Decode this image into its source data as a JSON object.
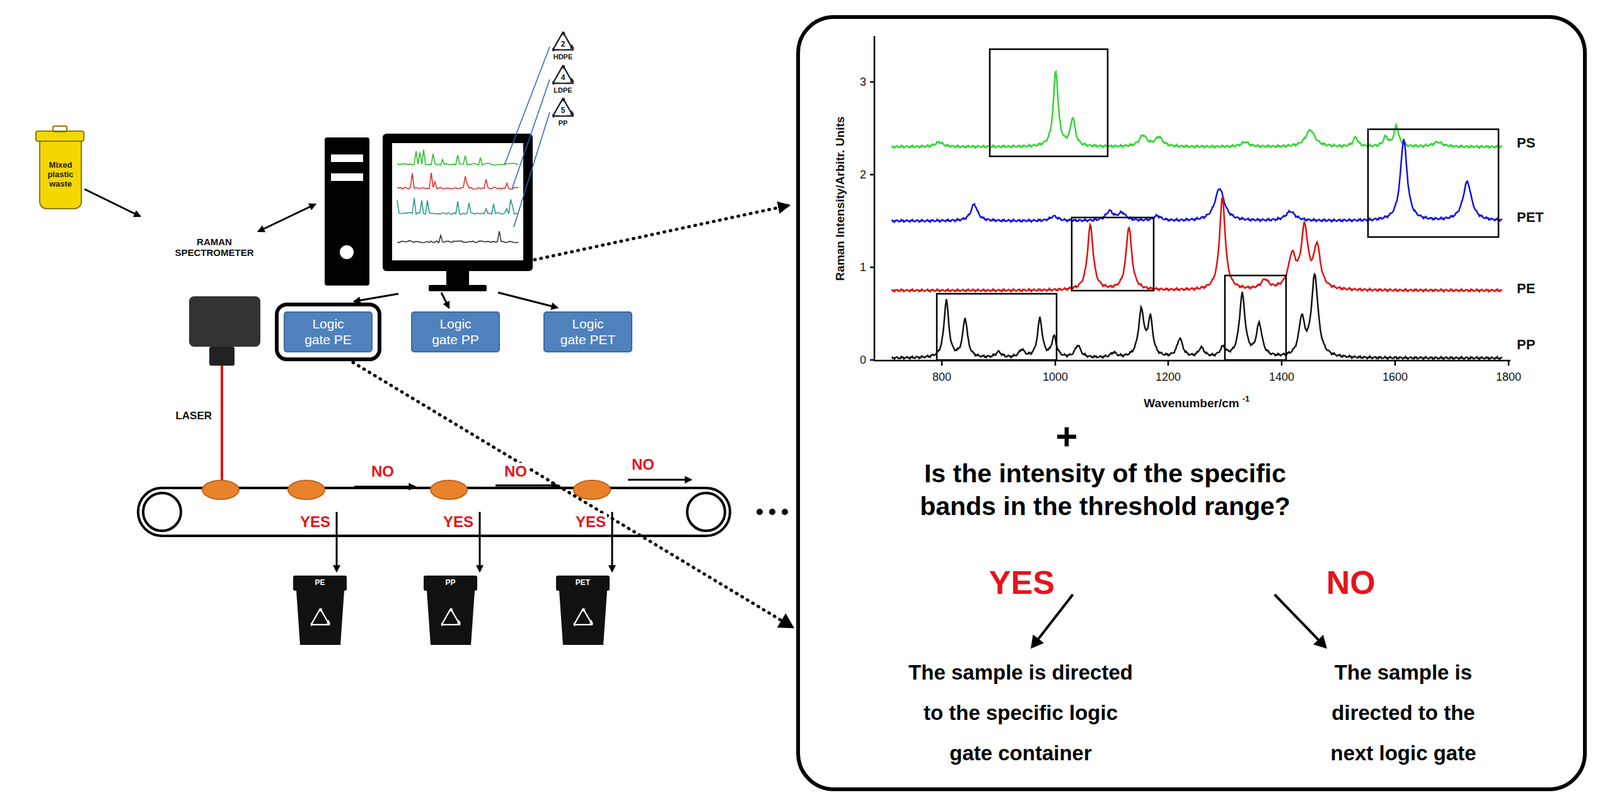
{
  "diagram": {
    "nodes": [
      {
        "text": [
          "Mixed plastic waste"
        ]
      },
      {
        "text": [
          "Logic gate PE"
        ]
      },
      {
        "text": [
          "Logic gate PP"
        ]
      },
      {
        "text": [
          "Logic gate PET"
        ]
      },
      {
        "text": [
          "PE"
        ]
      },
      {
        "text": [
          "PP"
        ]
      },
      {
        "text": [
          "PET"
        ]
      },
      {
        "text": [
          "+"
        ]
      },
      {
        "text": [
          "Is the intensity of the specific bands in the threshold range?"
        ],
        "in": 7
      },
      {
        "text": [
          "The sample is directed to the specific logic gate container"
        ],
        "in": 7
      },
      {
        "text": [
          "The sample is directed to the next logic gate"
        ],
        "in": 7
      }
    ],
    "edges": [
      {
        "from": 1,
        "to": 7,
        "arrow": "to"
      },
      {
        "from": 8,
        "to": 9,
        "label": "YES",
        "arrow": "to"
      },
      {
        "from": 8,
        "to": 10,
        "label": "NO",
        "arrow": "to"
      }
    ],
    "labels": [
      "RAMAN SPECTROMETER",
      "LASER",
      "2",
      "HDPE",
      "4",
      "LDPE",
      "5",
      "PP",
      "NO",
      "NO",
      "NO",
      "YES",
      "YES",
      "YES",
      "0",
      "1",
      "2",
      "3",
      "800",
      "1000",
      "1200",
      "1400",
      "1600",
      "1800",
      "Raman Intensity/Arbitr. Units",
      "Wavenumber/cm",
      "-1",
      "PS",
      "PET",
      "PE",
      "PP"
    ]
  }
}
